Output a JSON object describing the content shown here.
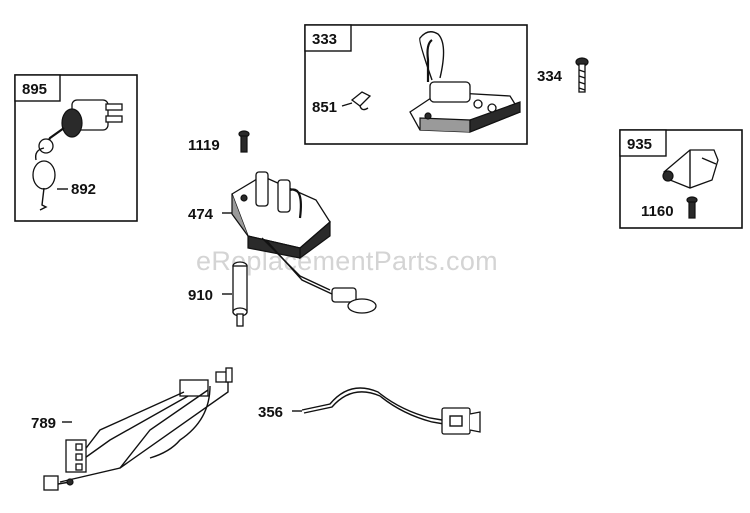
{
  "watermark": "eReplacementParts.com",
  "boxes": {
    "box_895": "895",
    "box_333": "333",
    "box_935": "935"
  },
  "labels": {
    "l_892": "892",
    "l_851": "851",
    "l_334": "334",
    "l_1119": "1119",
    "l_474": "474",
    "l_910": "910",
    "l_1160": "1160",
    "l_789": "789",
    "l_356": "356"
  }
}
